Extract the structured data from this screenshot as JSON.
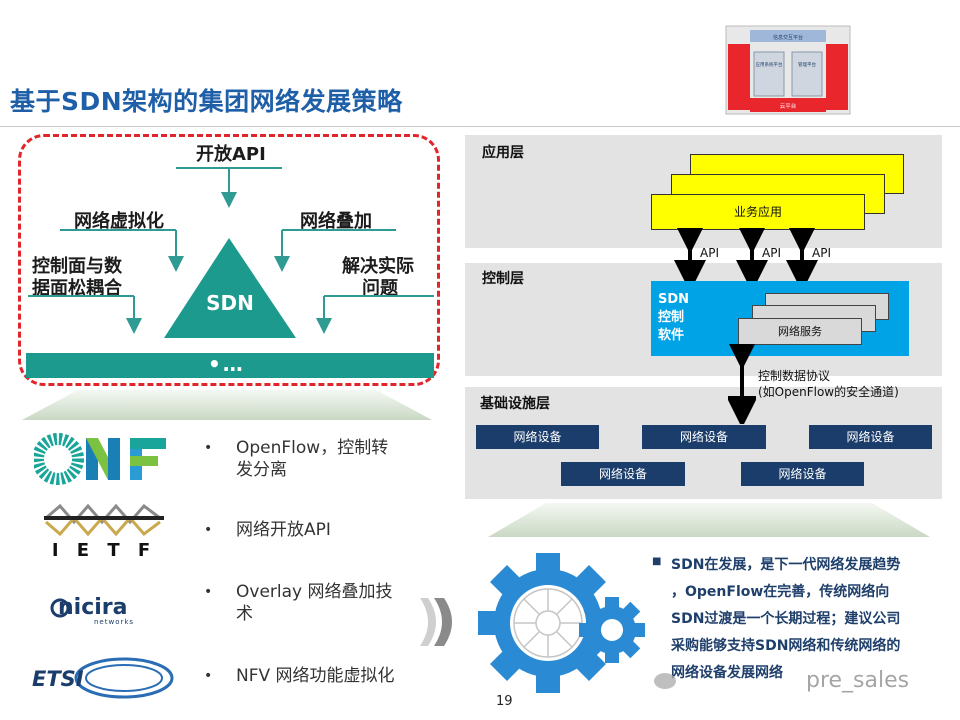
{
  "slide": {
    "title": "基于SDN架构的集团网络发展策略",
    "page_number": "19",
    "watermark": "pre_sales"
  },
  "left_diagram": {
    "top_label": "开放API",
    "left_upper": "网络虚拟化",
    "right_upper": "网络叠加",
    "left_lower_line1": "控制面与数",
    "left_lower_line2": "据面松耦合",
    "right_lower_line1": "解决实际",
    "right_lower_line2": "问题",
    "center": "SDN",
    "bar_dots": "•…"
  },
  "orgs": [
    {
      "logo": "ONF",
      "icon": "onf-logo-icon",
      "bullet_line1": "OpenFlow，控制转",
      "bullet_line2": "发分离"
    },
    {
      "logo": "I E T F",
      "icon": "ietf-logo-icon",
      "bullet_line1": "网络开放API",
      "bullet_line2": ""
    },
    {
      "logo": "nicira",
      "sub": "networks",
      "icon": "nicira-logo-icon",
      "bullet_line1": "Overlay 网络叠加技",
      "bullet_line2": "术"
    },
    {
      "logo": "ETSI",
      "icon": "etsi-logo-icon",
      "bullet_line1": "NFV 网络功能虚拟化",
      "bullet_line2": ""
    }
  ],
  "architecture": {
    "app_layer": "应用层",
    "business_app": "业务应用",
    "api_labels": [
      "API",
      "API",
      "API"
    ],
    "control_layer": "控制层",
    "sdn_software_line1": "SDN",
    "sdn_software_line2": "控制",
    "sdn_software_line3": "软件",
    "network_service": "网络服务",
    "protocol_line1": "控制数据协议",
    "protocol_line2": "(如OpenFlow的安全通道)",
    "infra_layer": "基础设施层",
    "devices": [
      "网络设备",
      "网络设备",
      "网络设备",
      "网络设备",
      "网络设备"
    ]
  },
  "cloud_thumbnail": {
    "top_label": "信息交互平台",
    "bottom_label": "云平台",
    "left_col": "应用系统平台",
    "right_col": "管理平台"
  },
  "conclusion": {
    "line1": "SDN在发展，是下一代网络发展趋势",
    "line2": "，OpenFlow在完善，传统网络向",
    "line3": "SDN过渡是一个长期过程；建议公司",
    "line4": "采购能够支持SDN网络和传统网络的",
    "line5": "网络设备发展网络"
  },
  "colors": {
    "title": "#1f5fa8",
    "teal": "#1d9a8e",
    "dash_red": "#e0252b",
    "navy": "#1b3d6b",
    "sdn_blue": "#00a3e6",
    "gear_blue": "#2a8ad4",
    "yellow": "#ffff00"
  }
}
